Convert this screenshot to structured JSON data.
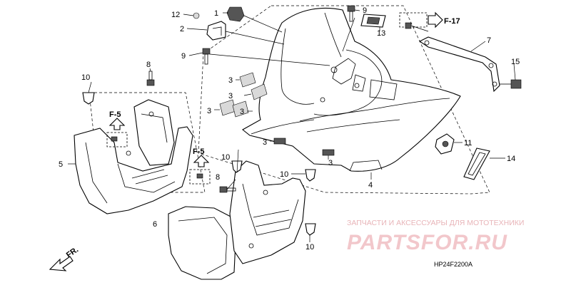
{
  "callouts": {
    "c12": "12",
    "c1": "1",
    "c2": "2",
    "c9a": "9",
    "c9b": "9",
    "c13": "13",
    "c7": "7",
    "c15": "15",
    "c10a": "10",
    "c8a": "8",
    "c3a": "3",
    "c3b": "3",
    "c3c": "3",
    "c3d": "3",
    "c3e": "3",
    "c3f": "3",
    "c11": "11",
    "c14": "14",
    "c4": "4",
    "c5": "5",
    "c10b": "10",
    "c8b": "8",
    "c10c": "10",
    "c6": "6",
    "c10d": "10"
  },
  "refs": {
    "f17": "F-17",
    "f5a": "F-5",
    "f5b": "F-5"
  },
  "direction": "FR.",
  "diagram_code": "HP24F2200A",
  "watermark": {
    "tagline": "ЗАПЧАСТИ И АКСЕССУАРЫ ДЛЯ МОТОТЕХНИКИ",
    "logo": "PARTSFOR.RU"
  }
}
